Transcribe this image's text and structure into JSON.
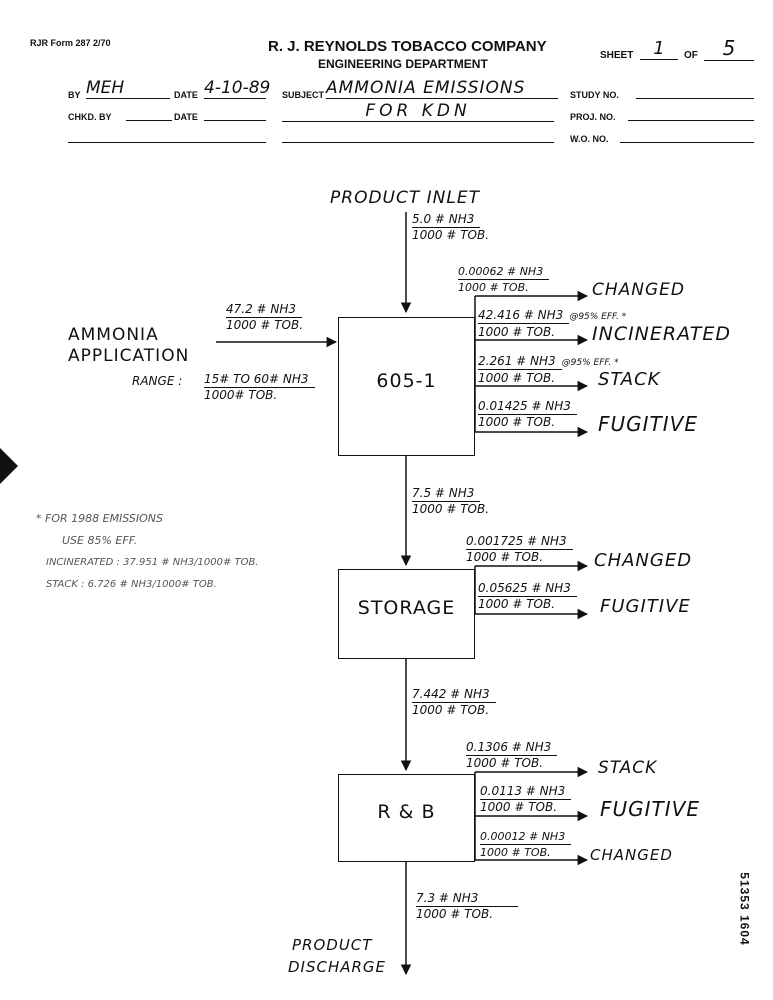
{
  "form": {
    "form_no": "RJR Form 287  2/70",
    "company": "R. J. REYNOLDS TOBACCO COMPANY",
    "department": "ENGINEERING DEPARTMENT",
    "sheet_label": "SHEET",
    "sheet_value": "1",
    "of_label": "OF",
    "of_value": "5",
    "by_label": "BY",
    "by_value": "MEH",
    "date_label": "DATE",
    "date_value": "4-10-89",
    "subject_label": "SUBJECT",
    "subject_line1": "AMMONIA EMISSIONS",
    "subject_line2": "FOR KDN",
    "chkd_label": "CHKD. BY",
    "date2_label": "DATE",
    "study_label": "STUDY NO.",
    "proj_label": "PROJ. NO.",
    "wo_label": "W.O. NO."
  },
  "diagram": {
    "product_inlet": "PRODUCT INLET",
    "inlet_num": "5.0 # NH3",
    "inlet_den": "1000 # TOB.",
    "application_line1": "AMMONIA",
    "application_line2": "APPLICATION",
    "app_num": "47.2 # NH3",
    "app_den": "1000 # TOB.",
    "range_label": "RANGE :",
    "range_num": "15# TO 60# NH3",
    "range_den": "1000# TOB.",
    "box1": "605-1",
    "box1_out1_num": "0.00062 # NH3",
    "box1_out1_den": "1000 # TOB.",
    "box1_out1_dest": "CHANGED",
    "box1_out2_num": "42.416 # NH3",
    "box1_out2_note": "@95% EFF.  *",
    "box1_out2_den": "1000 # TOB.",
    "box1_out2_dest": "INCINERATED",
    "box1_out3_num": "2.261 # NH3",
    "box1_out3_note": "@95% EFF.   *",
    "box1_out3_den": "1000 # TOB.",
    "box1_out3_dest": "STACK",
    "box1_out4_num": "0.01425 # NH3",
    "box1_out4_den": "1000 # TOB.",
    "box1_out4_dest": "FUGITIVE",
    "flow1_num": "7.5 # NH3",
    "flow1_den": "1000 # TOB.",
    "box2": "STORAGE",
    "box2_out1_num": "0.001725 # NH3",
    "box2_out1_den": "1000 # TOB.",
    "box2_out1_dest": "CHANGED",
    "box2_out2_num": "0.05625 # NH3",
    "box2_out2_den": "1000 # TOB.",
    "box2_out2_dest": "FUGITIVE",
    "flow2_num": "7.442 # NH3",
    "flow2_den": "1000 # TOB.",
    "box3": "R & B",
    "box3_out1_num": "0.1306 # NH3",
    "box3_out1_den": "1000 # TOB.",
    "box3_out1_dest": "STACK",
    "box3_out2_num": "0.0113 # NH3",
    "box3_out2_den": "1000 # TOB.",
    "box3_out2_dest": "FUGITIVE",
    "box3_out3_num": "0.00012 # NH3",
    "box3_out3_den": "1000 # TOB.",
    "box3_out3_dest": "CHANGED",
    "flow3_num": "7.3 # NH3",
    "flow3_den": "1000 # TOB.",
    "product_discharge_line1": "PRODUCT",
    "product_discharge_line2": "DISCHARGE"
  },
  "footnote": {
    "line1": "* FOR 1988 EMISSIONS",
    "line2": "USE 85% EFF.",
    "line3": "INCINERATED : 37.951 # NH3/1000# TOB.",
    "line4": "STACK : 6.726 # NH3/1000# TOB."
  },
  "doc_id": "51353 1604"
}
